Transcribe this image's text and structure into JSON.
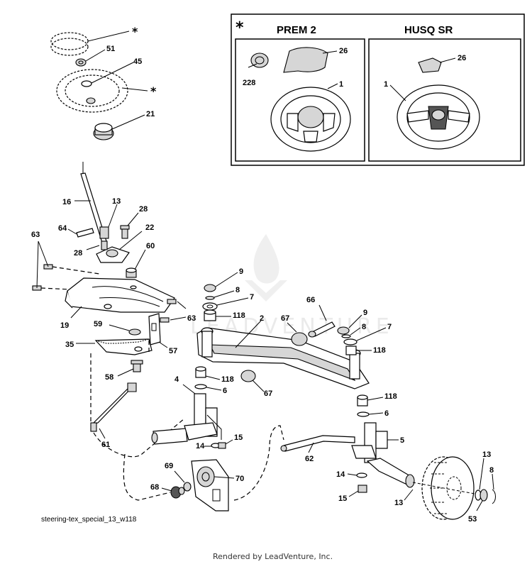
{
  "diagram_name": "steering-tex_special_13_w118",
  "footer": "Rendered by LeadVenture, Inc.",
  "watermark": "LEADVENTURE",
  "inset": {
    "marker": "*",
    "left_title": "PREM 2",
    "right_title": "HUSQ SR",
    "left_labels": [
      "26",
      "228",
      "1"
    ],
    "right_labels": [
      "26",
      "1"
    ]
  },
  "labels": {
    "star_top": "*",
    "star_wheel": "*",
    "p51": "51",
    "p45": "45",
    "p21": "21",
    "p16": "16",
    "p13a": "13",
    "p28a": "28",
    "p64": "64",
    "p28b": "28",
    "p22": "22",
    "p63a": "63",
    "p60": "60",
    "p19": "19",
    "p63b": "63",
    "p59": "59",
    "p35": "35",
    "p57": "57",
    "p58": "58",
    "p61": "61",
    "p9a": "9",
    "p8a": "8",
    "p7a": "7",
    "p118a": "118",
    "p2": "2",
    "p67a": "67",
    "p66": "66",
    "p9b": "9",
    "p8b": "8",
    "p7b": "7",
    "p118b": "118",
    "p4": "4",
    "p118c": "118",
    "p6a": "6",
    "p67b": "67",
    "p118d": "118",
    "p6b": "6",
    "p5": "5",
    "p62": "62",
    "p15a": "15",
    "p14a": "14",
    "p69": "69",
    "p70": "70",
    "p68": "68",
    "p14b": "14",
    "p15b": "15",
    "p13b": "13",
    "p13c": "13",
    "p8c": "8",
    "p53": "53"
  }
}
